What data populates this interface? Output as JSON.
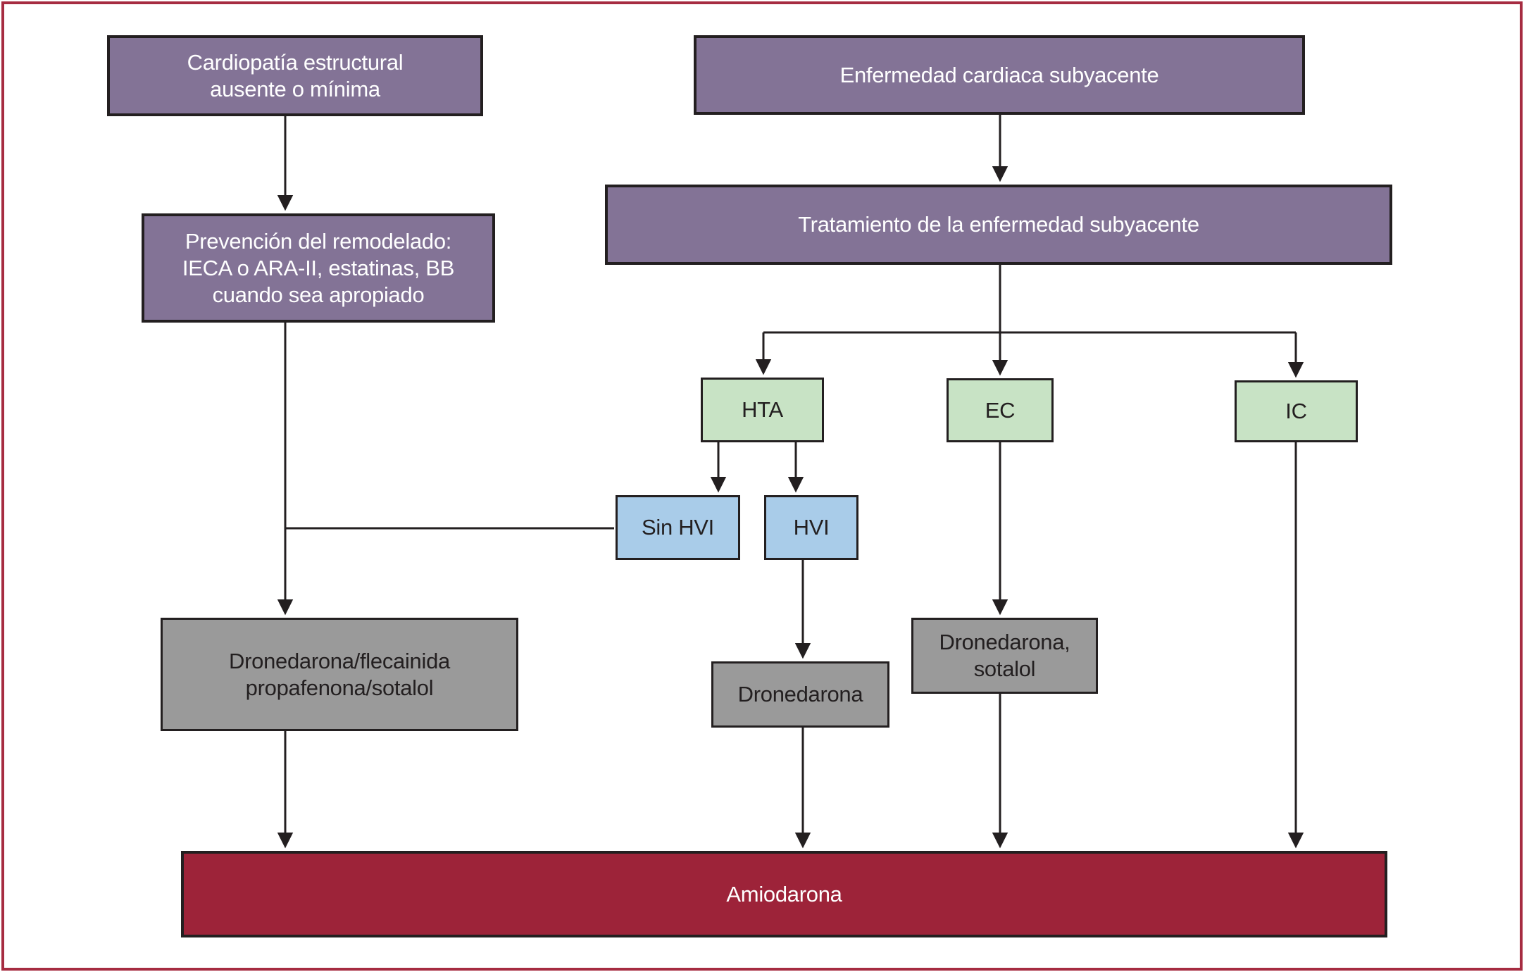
{
  "diagram": {
    "type": "flowchart",
    "language": "es",
    "colors": {
      "purple": "#837396",
      "green": "#c8e3c5",
      "blue": "#a9cce9",
      "gray": "#9a9a9a",
      "red": "#9d2339",
      "frame": "#a62c41",
      "line": "#231f20",
      "text_dark": "#231f20",
      "text_light": "#ffffff",
      "background": "#ffffff"
    },
    "nodes": {
      "cardiopatia": {
        "label": "Cardiopatía estructural\nausente o mínima"
      },
      "enfermedad": {
        "label": "Enfermedad cardiaca subyacente"
      },
      "prevencion": {
        "label": "Prevención del remodelado:\nIECA o ARA-II, estatinas, BB\ncuando sea apropiado"
      },
      "tratamiento": {
        "label": "Tratamiento de la enfermedad subyacente"
      },
      "hta": {
        "label": "HTA"
      },
      "ec": {
        "label": "EC"
      },
      "ic": {
        "label": "IC"
      },
      "sin_hvi": {
        "label": "Sin HVI"
      },
      "hvi": {
        "label": "HVI"
      },
      "dronedarona_flecainida": {
        "label": "Dronedarona/flecainida\npropafenona/sotalol"
      },
      "dronedarona": {
        "label": "Dronedarona"
      },
      "dronedarona_sotalol": {
        "label": "Dronedarona,\nsotalol"
      },
      "amiodarona": {
        "label": "Amiodarona"
      }
    },
    "edges": [
      {
        "from": "cardiopatia",
        "to": "prevencion"
      },
      {
        "from": "enfermedad",
        "to": "tratamiento"
      },
      {
        "from": "tratamiento",
        "to": "hta"
      },
      {
        "from": "tratamiento",
        "to": "ec"
      },
      {
        "from": "tratamiento",
        "to": "ic"
      },
      {
        "from": "hta",
        "to": "sin_hvi"
      },
      {
        "from": "hta",
        "to": "hvi"
      },
      {
        "from": "prevencion",
        "to": "sin_hvi"
      },
      {
        "from": "prevencion",
        "to": "dronedarona_flecainida"
      },
      {
        "from": "hvi",
        "to": "dronedarona"
      },
      {
        "from": "ec",
        "to": "dronedarona_sotalol"
      },
      {
        "from": "dronedarona_flecainida",
        "to": "amiodarona"
      },
      {
        "from": "dronedarona",
        "to": "amiodarona"
      },
      {
        "from": "dronedarona_sotalol",
        "to": "amiodarona"
      },
      {
        "from": "ic",
        "to": "amiodarona"
      }
    ]
  }
}
